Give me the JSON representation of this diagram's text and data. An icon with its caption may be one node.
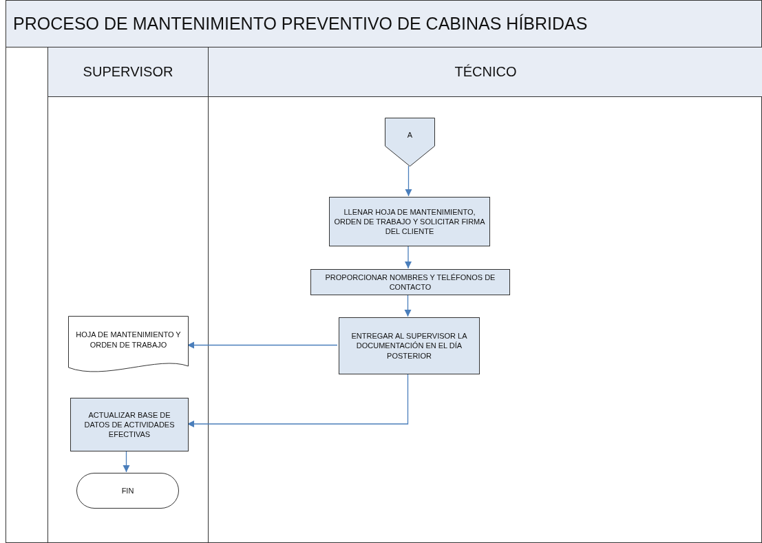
{
  "diagram": {
    "nodes": [
      {
        "text": [
          "PROCESO DE MANTENIMIENTO PREVENTIVO DE CABINAS HÍBRIDAS"
        ]
      },
      {
        "text": [
          "SUPERVISOR"
        ],
        "in": 0
      },
      {
        "text": [
          "TÉCNICO"
        ],
        "in": 0
      },
      {
        "text": [
          "A"
        ],
        "in": 2
      },
      {
        "text": [
          "LLENAR HOJA DE MANTENIMIENTO, ORDEN DE TRABAJO Y SOLICITAR FIRMA DEL CLIENTE"
        ],
        "in": 2
      },
      {
        "text": [
          "PROPORCIONAR NOMBRES Y TELÉFONOS DE CONTACTO"
        ],
        "in": 2
      },
      {
        "text": [
          "ENTREGAR AL SUPERVISOR LA DOCUMENTACIÓN EN EL DÍA POSTERIOR"
        ],
        "in": 2
      },
      {
        "text": [
          "HOJA DE MANTENIMIENTO Y ORDEN DE TRABAJO"
        ],
        "in": 1
      },
      {
        "text": [
          "ACTUALIZAR BASE DE DATOS DE ACTIVIDADES EFECTIVAS"
        ],
        "in": 1
      },
      {
        "text": [
          "FIN"
        ],
        "in": 1
      }
    ],
    "edges": [
      {
        "from": 3,
        "to": 4,
        "arrow": "to"
      },
      {
        "from": 4,
        "to": 5,
        "arrow": "to"
      },
      {
        "from": 5,
        "to": 6,
        "arrow": "to"
      },
      {
        "from": 6,
        "to": 7,
        "arrow": "to"
      },
      {
        "from": 6,
        "to": 8,
        "arrow": "to"
      },
      {
        "from": 8,
        "to": 9,
        "arrow": "to"
      }
    ]
  }
}
